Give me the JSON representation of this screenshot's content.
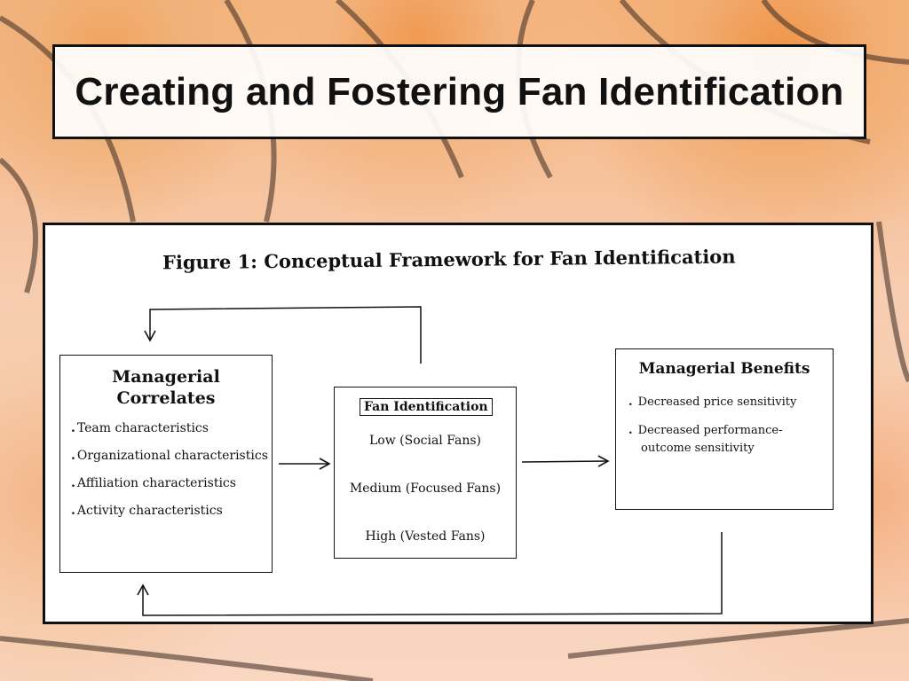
{
  "slide": {
    "title": "Creating and Fostering Fan Identification"
  },
  "figure": {
    "title": "Figure 1: Conceptual Framework for Fan Identification",
    "correlates": {
      "heading_line1": "Managerial",
      "heading_line2": "Correlates",
      "items": [
        "Team characteristics",
        "Organizational characteristics",
        "Affiliation characteristics",
        "Activity characteristics"
      ]
    },
    "fan_identification": {
      "label": "Fan Identification",
      "levels": [
        "Low (Social Fans)",
        "Medium (Focused Fans)",
        "High (Vested Fans)"
      ]
    },
    "benefits": {
      "heading": "Managerial Benefits",
      "items": [
        {
          "line1": "Decreased price sensitivity",
          "line2": ""
        },
        {
          "line1": "Decreased performance-",
          "line2": "outcome sensitivity"
        }
      ]
    }
  },
  "colors": {
    "line": "#111111",
    "background_orange": "#f2a35e"
  },
  "icons": [
    "arrow-right-icon",
    "arrow-down-icon",
    "arrow-up-icon"
  ]
}
